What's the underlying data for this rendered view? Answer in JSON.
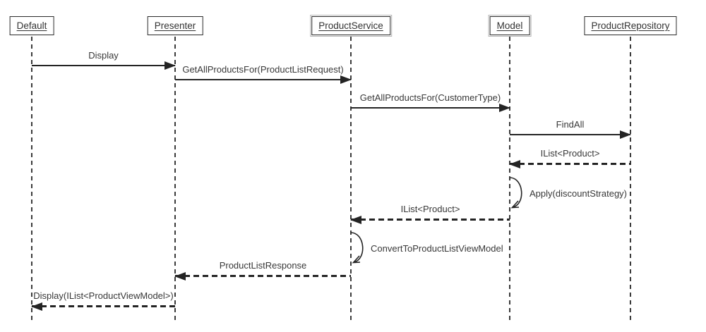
{
  "diagram": {
    "type": "uml-sequence-diagram",
    "participants": [
      {
        "id": "default",
        "label": "Default"
      },
      {
        "id": "presenter",
        "label": "Presenter"
      },
      {
        "id": "product-service",
        "label": "ProductService"
      },
      {
        "id": "model",
        "label": "Model"
      },
      {
        "id": "product-repository",
        "label": "ProductRepository"
      }
    ],
    "messages": [
      {
        "from": "Default",
        "to": "Presenter",
        "label": "Display",
        "kind": "call"
      },
      {
        "from": "Presenter",
        "to": "ProductService",
        "label": "GetAllProductsFor(ProductListRequest)",
        "kind": "call"
      },
      {
        "from": "ProductService",
        "to": "Model",
        "label": "GetAllProductsFor(CustomerType)",
        "kind": "call"
      },
      {
        "from": "Model",
        "to": "ProductRepository",
        "label": "FindAll",
        "kind": "call"
      },
      {
        "from": "ProductRepository",
        "to": "Model",
        "label": "IList<Product>",
        "kind": "return"
      },
      {
        "from": "Model",
        "to": "Model",
        "label": "Apply(discountStrategy)",
        "kind": "self"
      },
      {
        "from": "Model",
        "to": "ProductService",
        "label": "IList<Product>",
        "kind": "return"
      },
      {
        "from": "ProductService",
        "to": "ProductService",
        "label": "ConvertToProductListViewModel",
        "kind": "self"
      },
      {
        "from": "ProductService",
        "to": "Presenter",
        "label": "ProductListResponse",
        "kind": "return"
      },
      {
        "from": "Presenter",
        "to": "Default",
        "label": "Display(IList<ProductViewModel>)",
        "kind": "return"
      }
    ],
    "colors": {
      "background": "#ffffff",
      "line": "#242424",
      "text": "#383838",
      "secondary_border": "#b4b4b4"
    }
  }
}
